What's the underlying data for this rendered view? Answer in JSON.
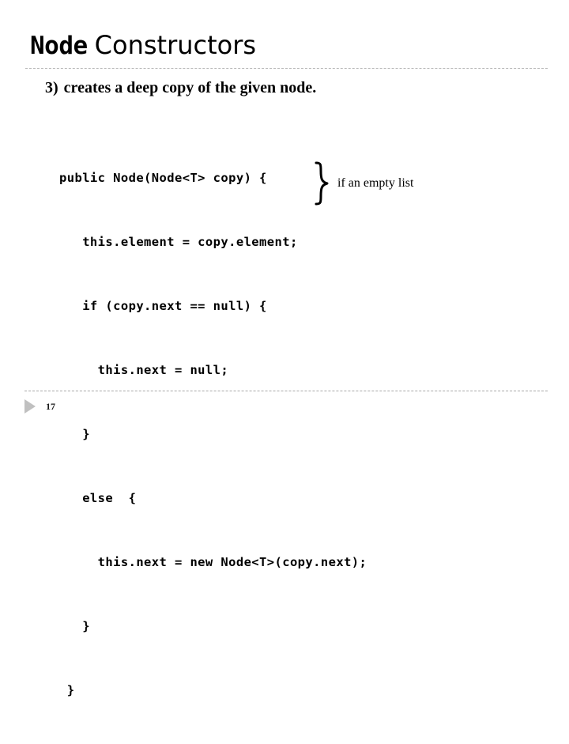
{
  "slide": {
    "title": {
      "mono_part": "Node",
      "sans_part": "Constructors"
    },
    "subtitle": {
      "number": "3)",
      "text": "creates a deep copy of the given node."
    },
    "code": {
      "language": "java",
      "lines": [
        "public Node(Node<T> copy) {",
        "   this.element = copy.element;",
        "   if (copy.next == null) {",
        "     this.next = null;",
        "   }",
        "   else  {",
        "     this.next = new Node<T>(copy.next);",
        "   }",
        " }"
      ]
    },
    "annotation": {
      "brace_icon": "right-curly-brace-icon",
      "label": "if an empty list"
    },
    "footer": {
      "nav_icon": "play-triangle-icon",
      "page_number": "17"
    },
    "colors": {
      "background": "#ffffff",
      "text": "#000000",
      "rule": "#b9b9b9",
      "nav_triangle": "#c0c0c0"
    }
  }
}
